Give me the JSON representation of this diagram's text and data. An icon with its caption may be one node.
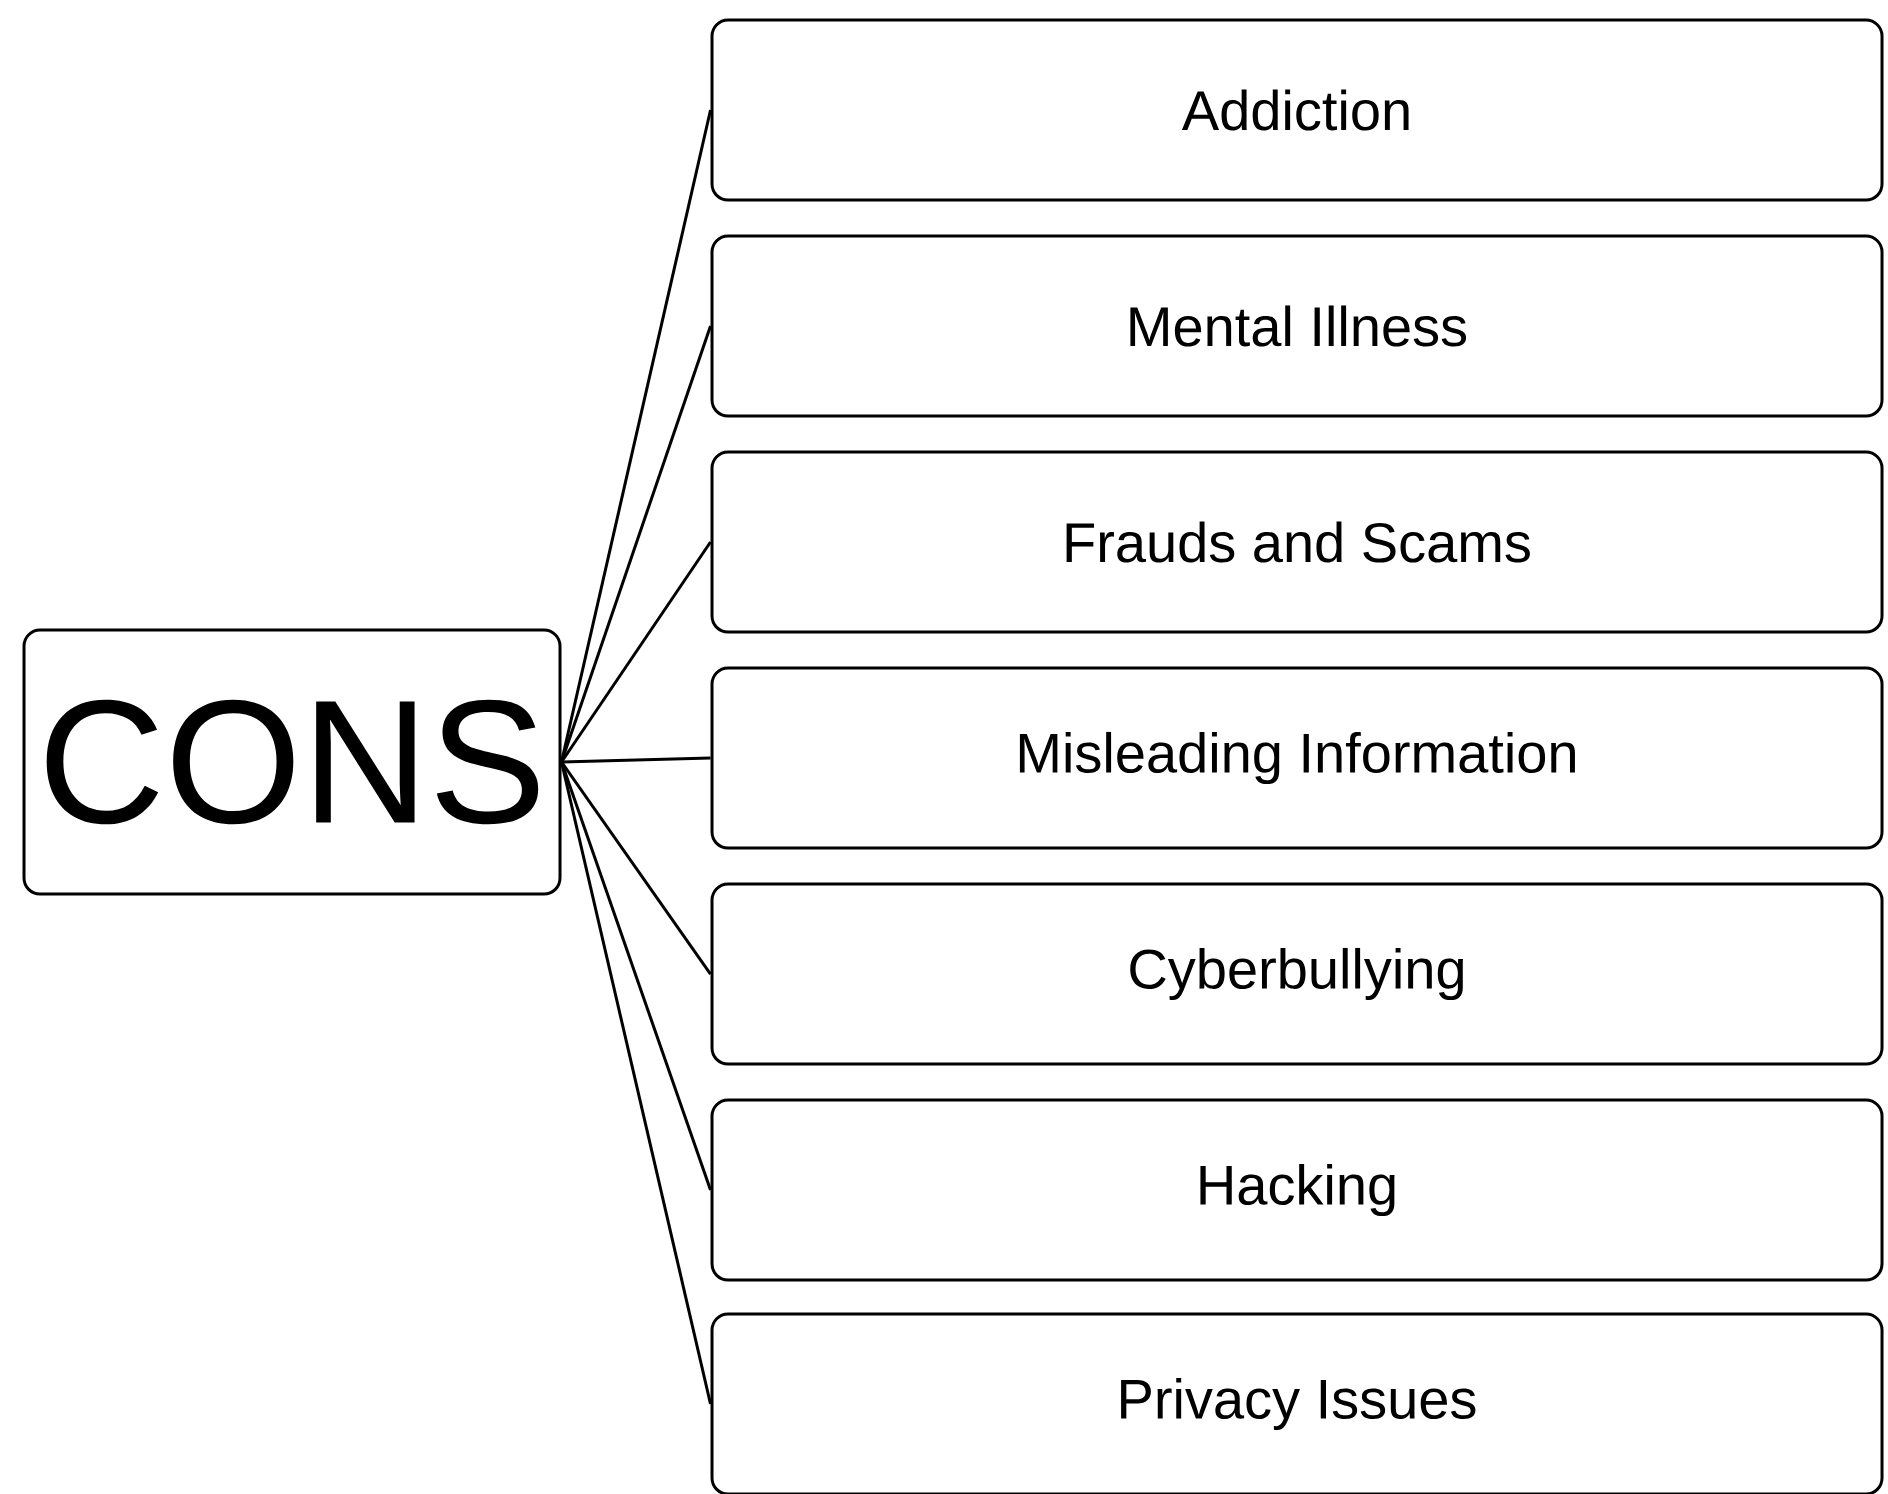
{
  "diagram": {
    "nodes": [
      {
        "text": [
          "CONS"
        ]
      },
      {
        "text": [
          "Addiction"
        ]
      },
      {
        "text": [
          "Mental Illness"
        ]
      },
      {
        "text": [
          "Frauds and Scams"
        ]
      },
      {
        "text": [
          "Misleading Information"
        ]
      },
      {
        "text": [
          "Cyberbullying"
        ]
      },
      {
        "text": [
          "Hacking"
        ]
      },
      {
        "text": [
          "Privacy Issues"
        ]
      }
    ],
    "edges": [
      {
        "from": 0,
        "to": 1,
        "arrow": "none"
      },
      {
        "from": 0,
        "to": 2,
        "arrow": "none"
      },
      {
        "from": 0,
        "to": 3,
        "arrow": "none"
      },
      {
        "from": 0,
        "to": 4,
        "arrow": "none"
      },
      {
        "from": 0,
        "to": 5,
        "arrow": "none"
      },
      {
        "from": 0,
        "to": 6,
        "arrow": "none"
      },
      {
        "from": 0,
        "to": 7,
        "arrow": "none"
      }
    ]
  }
}
